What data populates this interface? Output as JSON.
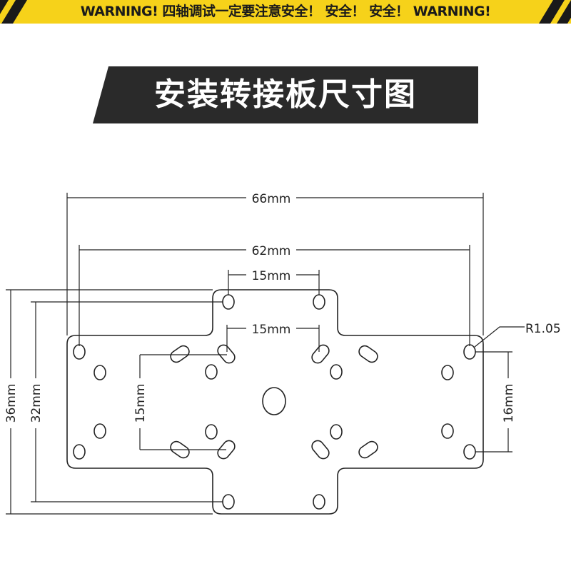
{
  "warning_banner": {
    "text": "WARNING!  四轴调试一定要注意安全！ 安全！ 安全！ WARNING!",
    "colors": {
      "yellow": "#f6d21a",
      "black": "#1a1a1a"
    }
  },
  "title": "安装转接板尺寸图",
  "dimensions": {
    "overall_width": "66mm",
    "corner_hole_spacing": "62mm",
    "tab_hole_spacing": "15mm",
    "slot_spacing_horizontal": "15mm",
    "slot_spacing_vertical": "15mm",
    "overall_height": "36mm",
    "tab_hole_vertical_spacing": "32mm",
    "corner_hole_vertical_spacing": "16mm",
    "hole_radius": "R1.05"
  }
}
